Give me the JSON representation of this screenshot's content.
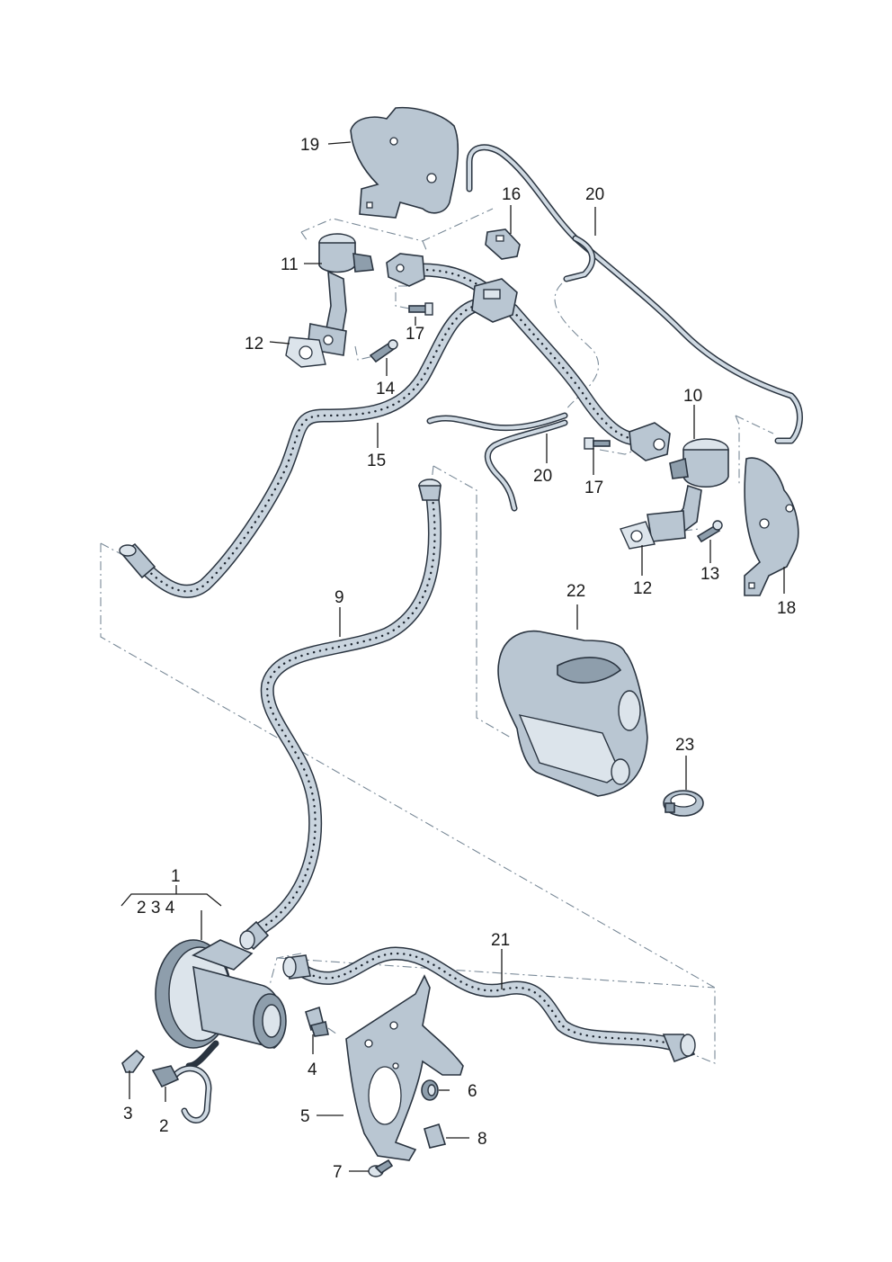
{
  "callouts": {
    "c1": "1",
    "c234": "2 3 4",
    "c2": "2",
    "c3": "3",
    "c4": "4",
    "c5": "5",
    "c6": "6",
    "c7": "7",
    "c8": "8",
    "c9": "9",
    "c10": "10",
    "c11": "11",
    "c12a": "12",
    "c12b": "12",
    "c13": "13",
    "c14": "14",
    "c15": "15",
    "c16": "16",
    "c17a": "17",
    "c17b": "17",
    "c18": "18",
    "c19": "19",
    "c20a": "20",
    "c20b": "20",
    "c21": "21",
    "c22": "22",
    "c23": "23"
  },
  "colors": {
    "part_fill": "#b9c6d2",
    "outline": "#2a3440",
    "dash_line": "#7a8a98"
  }
}
